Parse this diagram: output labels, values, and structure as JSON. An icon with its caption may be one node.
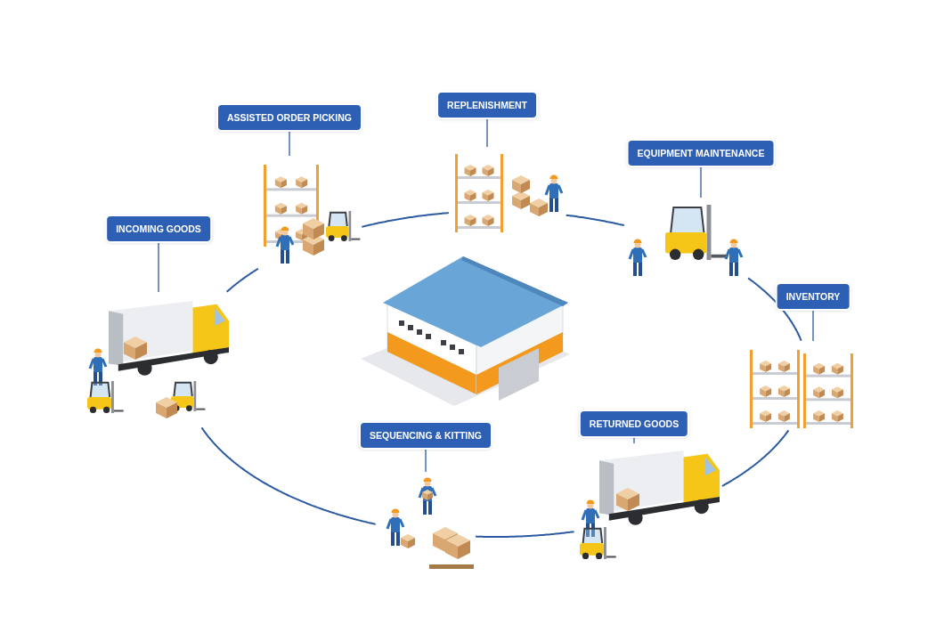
{
  "diagram": {
    "nodes": [
      {
        "text": [
          "REPLENISHMENT"
        ]
      },
      {
        "text": [
          "ASSISTED ORDER PICKING"
        ]
      },
      {
        "text": [
          "EQUIPMENT MAINTENANCE"
        ]
      },
      {
        "text": [
          "INCOMING GOODS"
        ]
      },
      {
        "text": [
          "INVENTORY"
        ]
      },
      {
        "text": [
          "RETURNED GOODS"
        ]
      },
      {
        "text": [
          "SEQUENCING & KITTING"
        ]
      },
      {
        "text": [],
        "shape": "picture"
      },
      {
        "text": [],
        "shape": "picture"
      },
      {
        "text": [],
        "shape": "picture"
      },
      {
        "text": [],
        "shape": "picture"
      },
      {
        "text": [],
        "shape": "picture"
      },
      {
        "text": [],
        "shape": "picture"
      },
      {
        "text": [],
        "shape": "picture"
      }
    ],
    "edges": [
      {
        "from": 0,
        "to": 7,
        "arrow": "none"
      },
      {
        "from": 1,
        "to": 8,
        "arrow": "none"
      },
      {
        "from": 2,
        "to": 9,
        "arrow": "none"
      },
      {
        "from": 3,
        "to": 10,
        "arrow": "none"
      },
      {
        "from": 4,
        "to": 11,
        "arrow": "none"
      },
      {
        "from": 5,
        "to": 12,
        "arrow": "none"
      },
      {
        "from": 6,
        "to": 13,
        "arrow": "none"
      },
      {
        "from": 10,
        "to": 8,
        "arrow": "none"
      },
      {
        "from": 8,
        "to": 7,
        "arrow": "none"
      },
      {
        "from": 7,
        "to": 9,
        "arrow": "none"
      },
      {
        "from": 9,
        "to": 11,
        "arrow": "none"
      },
      {
        "from": 11,
        "to": 12,
        "arrow": "none"
      },
      {
        "from": 12,
        "to": 13,
        "arrow": "none"
      },
      {
        "from": 13,
        "to": 10,
        "arrow": "none"
      }
    ]
  }
}
